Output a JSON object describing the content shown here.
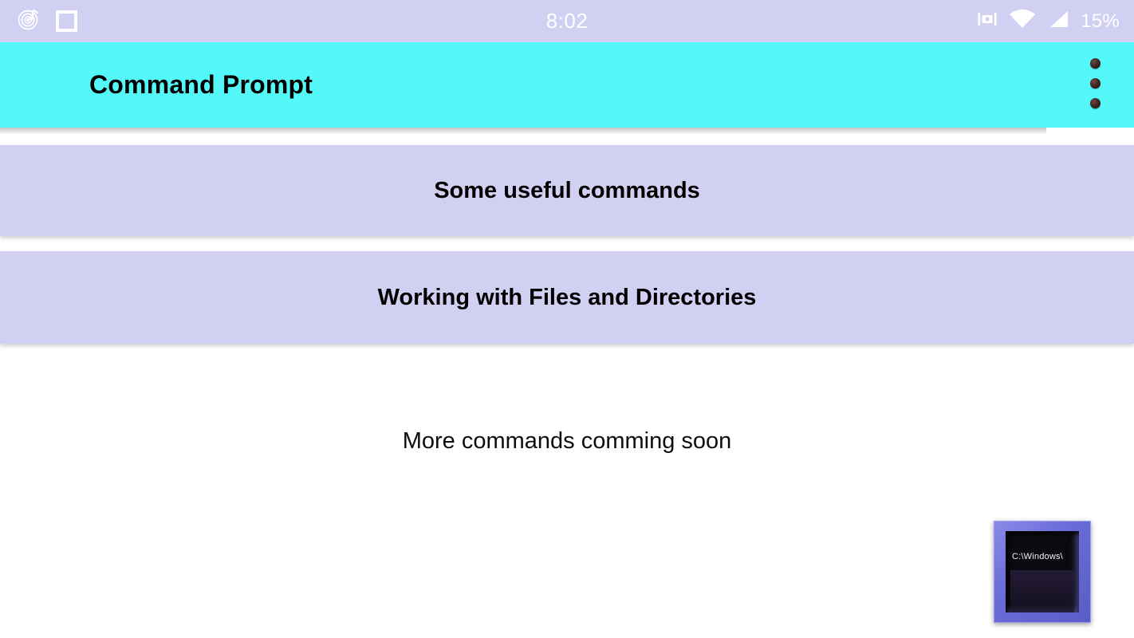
{
  "status_bar": {
    "time": "8:02",
    "battery_percent": "15%",
    "left_icons": [
      "music-note-icon",
      "square-icon"
    ],
    "right_icons": [
      "vibrate-mode-icon",
      "wifi-icon",
      "signal-icon"
    ],
    "background_color": "#d2d0f2",
    "text_color": "#ffffff"
  },
  "app_bar": {
    "title": "Command Prompt",
    "overflow_menu_label": "More options",
    "background_color": "#55f8f8",
    "title_color": "#000000"
  },
  "main": {
    "buttons": [
      {
        "label": "Some useful commands"
      },
      {
        "label": "Working with Files and Directories"
      }
    ],
    "note": "More commands comming soon",
    "button_color": "#d2d0f2"
  },
  "cmd_icon": {
    "screen_text": "C:\\Windows\\",
    "frame_color": "#6a6cd8",
    "screen_color": "#0a0a10"
  }
}
